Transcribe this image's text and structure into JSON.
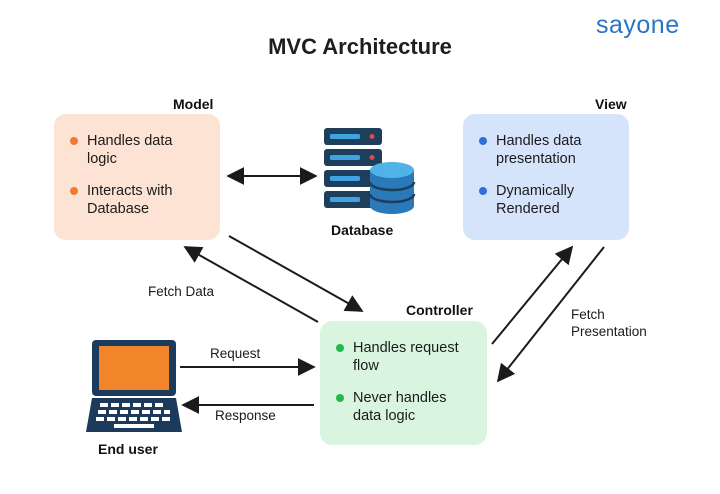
{
  "brand": {
    "text": "sayone",
    "color": "#2b73c4"
  },
  "title": "MVC Architecture",
  "model": {
    "label": "Model",
    "bullets": [
      "Handles data logic",
      "Interacts with Database"
    ],
    "bg_color": "#fde3d4",
    "dot_color": "#f07a32"
  },
  "view": {
    "label": "View",
    "bullets": [
      "Handles data presentation",
      "Dynamically Rendered"
    ],
    "bg_color": "#d6e4fb",
    "dot_color": "#2f6fdc"
  },
  "controller": {
    "label": "Controller",
    "bullets": [
      "Handles request flow",
      "Never handles data logic"
    ],
    "bg_color": "#d9f5e0",
    "dot_color": "#22b84a"
  },
  "database": {
    "label": "Database",
    "icon": "database-server-icon"
  },
  "end_user": {
    "label": "End user",
    "icon": "laptop-icon"
  },
  "edges": {
    "fetch_data": "Fetch Data",
    "fetch_presentation": "Fetch Presentation",
    "request": "Request",
    "response": "Response"
  }
}
